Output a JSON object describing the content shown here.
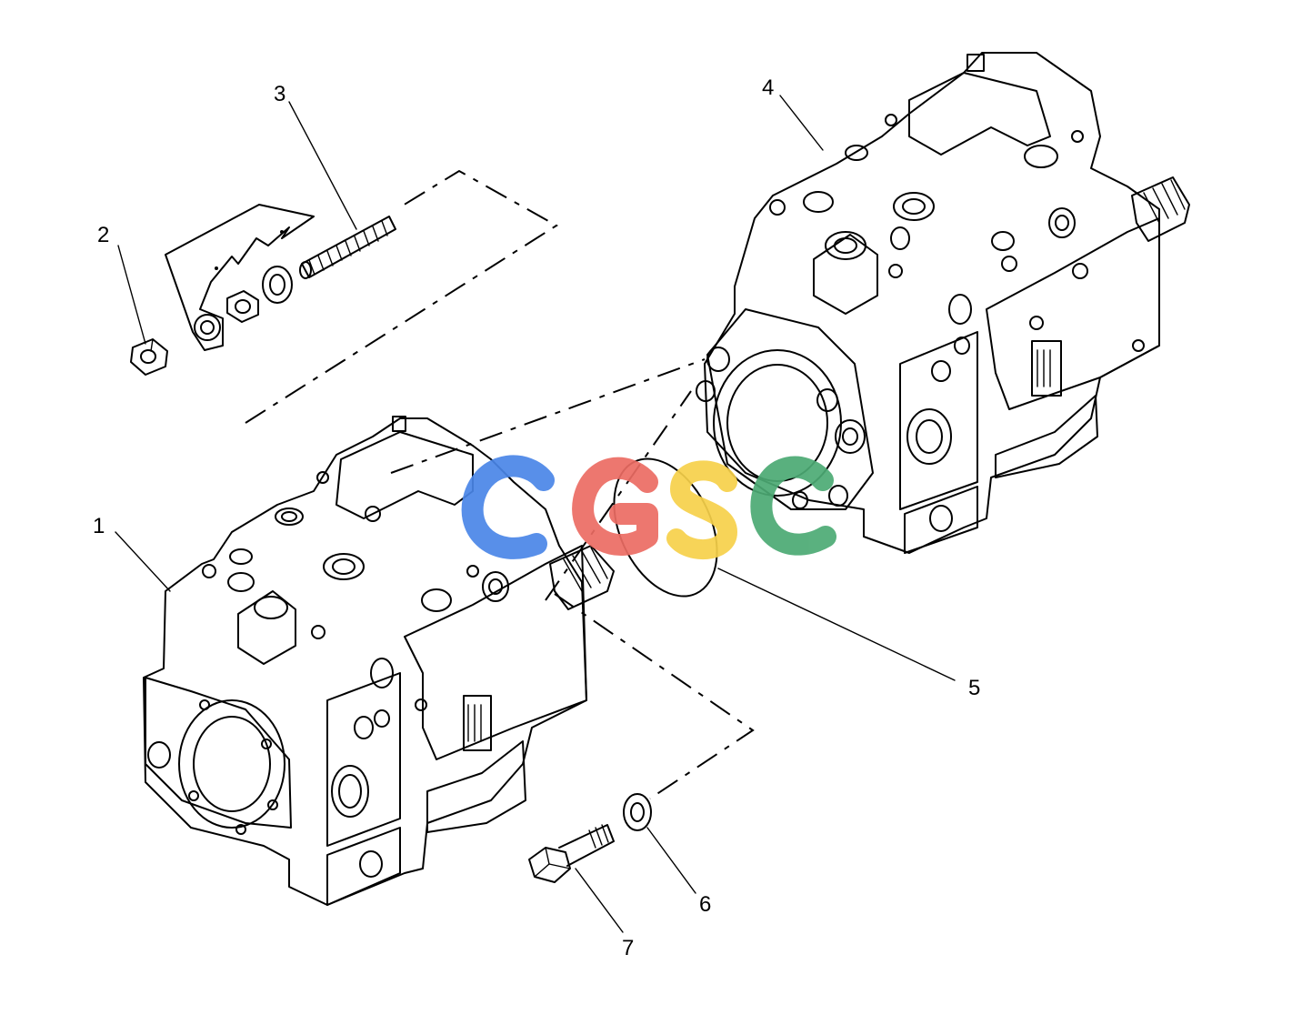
{
  "diagram": {
    "callouts": [
      {
        "id": "1",
        "label": "1"
      },
      {
        "id": "2",
        "label": "2"
      },
      {
        "id": "3",
        "label": "3"
      },
      {
        "id": "4",
        "label": "4"
      },
      {
        "id": "5",
        "label": "5"
      },
      {
        "id": "6",
        "label": "6"
      },
      {
        "id": "7",
        "label": "7"
      }
    ],
    "watermark": {
      "text": "CGSC",
      "letters": [
        "C",
        "G",
        "S",
        "C"
      ],
      "colors": [
        "#4a86e8",
        "#ec6c63",
        "#f7d14a",
        "#4caa74"
      ]
    },
    "line_color": "#000000",
    "background_color": "#ffffff"
  }
}
